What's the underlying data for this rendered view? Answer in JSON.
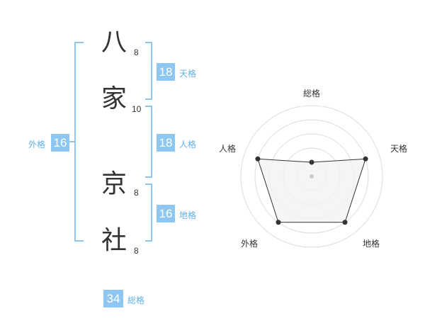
{
  "name": {
    "characters": [
      {
        "char": "八",
        "strokes": "8"
      },
      {
        "char": "家",
        "strokes": "10"
      },
      {
        "char": "京",
        "strokes": "8"
      },
      {
        "char": "社",
        "strokes": "8"
      }
    ]
  },
  "fortunes": {
    "tenkaku": {
      "value": "18",
      "label": "天格"
    },
    "jinkaku": {
      "value": "18",
      "label": "人格"
    },
    "chikaku": {
      "value": "16",
      "label": "地格"
    },
    "gaikaku": {
      "value": "16",
      "label": "外格"
    },
    "soukaku": {
      "value": "34",
      "label": "総格"
    }
  },
  "radar": {
    "axes": [
      "総格",
      "天格",
      "地格",
      "外格",
      "人格"
    ],
    "levels": 5,
    "values": [
      1,
      4,
      4,
      4,
      4
    ],
    "max": 5,
    "accent_color": "#8dc7f2",
    "fill_color": "#f2f2f2"
  }
}
